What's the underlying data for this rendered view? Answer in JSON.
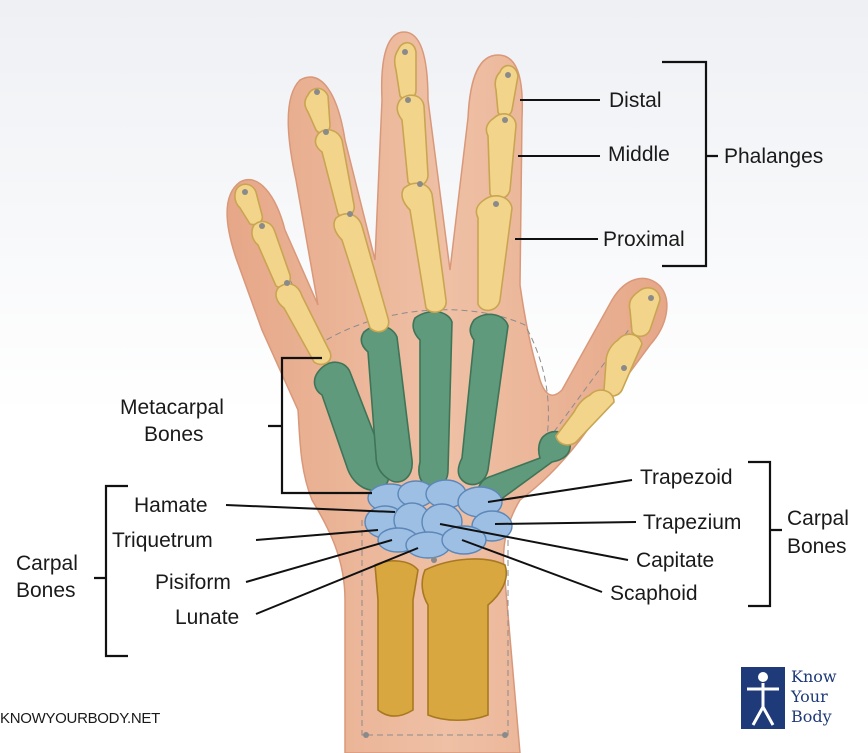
{
  "phalanges": {
    "distal": "Distal",
    "middle": "Middle",
    "proximal": "Proximal",
    "group": "Phalanges"
  },
  "metacarpal": {
    "line1": "Metacarpal",
    "line2": "Bones"
  },
  "carpal_left": {
    "line1": "Carpal",
    "line2": "Bones",
    "hamate": "Hamate",
    "triquetrum": "Triquetrum",
    "pisiform": "Pisiform",
    "lunate": "Lunate"
  },
  "carpal_right": {
    "line1": "Carpal",
    "line2": "Bones",
    "trapezoid": "Trapezoid",
    "trapezium": "Trapezium",
    "capitate": "Capitate",
    "scaphoid": "Scaphoid"
  },
  "website": "KNOWYOURBODY.NET",
  "logo": {
    "line1": "Know",
    "line2": "Your",
    "line3": "Body"
  },
  "colors": {
    "skin": "#e9ab8c",
    "phalanges": "#f2d58a",
    "metacarpals": "#5f9a7c",
    "carpals": "#9cbfe3",
    "forearm": "#d9a740"
  }
}
